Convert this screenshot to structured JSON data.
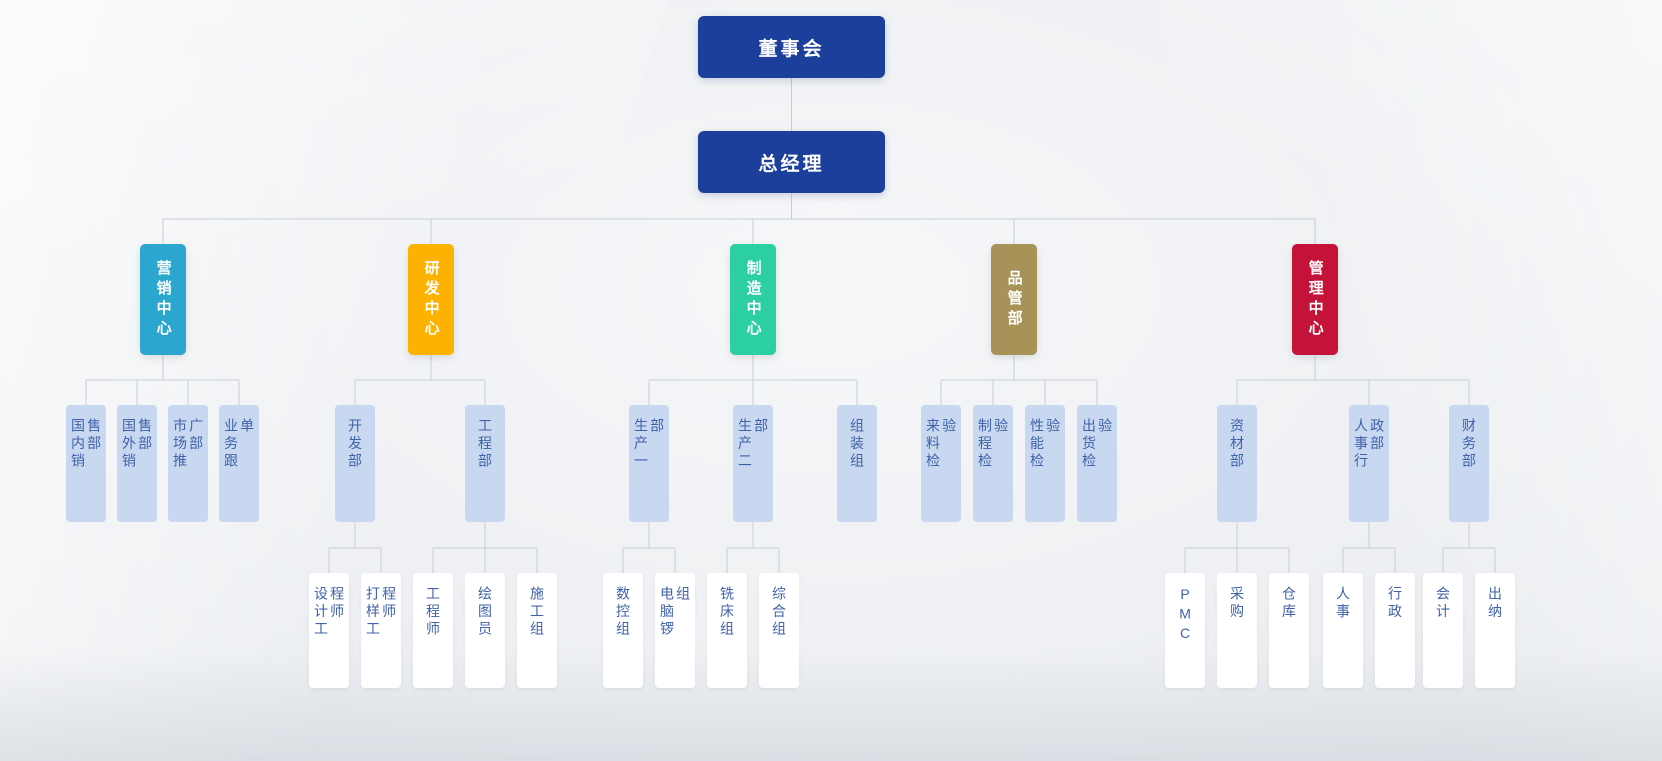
{
  "colors": {
    "executive": "#1d3f9c",
    "marketing": "#2ba6ce",
    "rnd": "#fdb101",
    "manufacturing": "#2bcfa1",
    "quality": "#a79258",
    "management": "#c41239",
    "dept_box_bg": "#c8d8f0",
    "dept_box_text": "#3f62a8",
    "leaf_box_bg": "#ffffff",
    "connector_line": "#c9cdd4"
  },
  "org": {
    "board": "董事会",
    "general_manager": "总经理",
    "marketing": {
      "label": "营销中心",
      "departments": [
        "国内销售部",
        "国外销售部",
        "市场推广部",
        "业务跟单"
      ]
    },
    "rnd": {
      "label": "研发中心",
      "development": {
        "label": "开发部",
        "teams": [
          "设计工程师",
          "打样工程师"
        ]
      },
      "engineering": {
        "label": "工程部",
        "teams": [
          "工程师",
          "绘图员",
          "施工组"
        ]
      }
    },
    "manufacturing": {
      "label": "制造中心",
      "production1": {
        "label": "生产一部",
        "teams": [
          "数控组",
          "电脑锣组"
        ]
      },
      "production2": {
        "label": "生产二部",
        "teams": [
          "铣床组",
          "综合组"
        ]
      },
      "assembly": {
        "label": "组装组"
      }
    },
    "quality": {
      "label": "品管部",
      "departments": [
        "来料检验",
        "制程检验",
        "性能检验",
        "出货检验"
      ]
    },
    "management": {
      "label": "管理中心",
      "materials": {
        "label": "资材部",
        "teams": [
          "PMC",
          "采购",
          "仓库"
        ]
      },
      "hr_admin": {
        "label": "人事行政部",
        "teams": [
          "人事",
          "行政"
        ]
      },
      "finance": {
        "label": "财务部",
        "teams": [
          "会计",
          "出纳"
        ]
      }
    }
  }
}
